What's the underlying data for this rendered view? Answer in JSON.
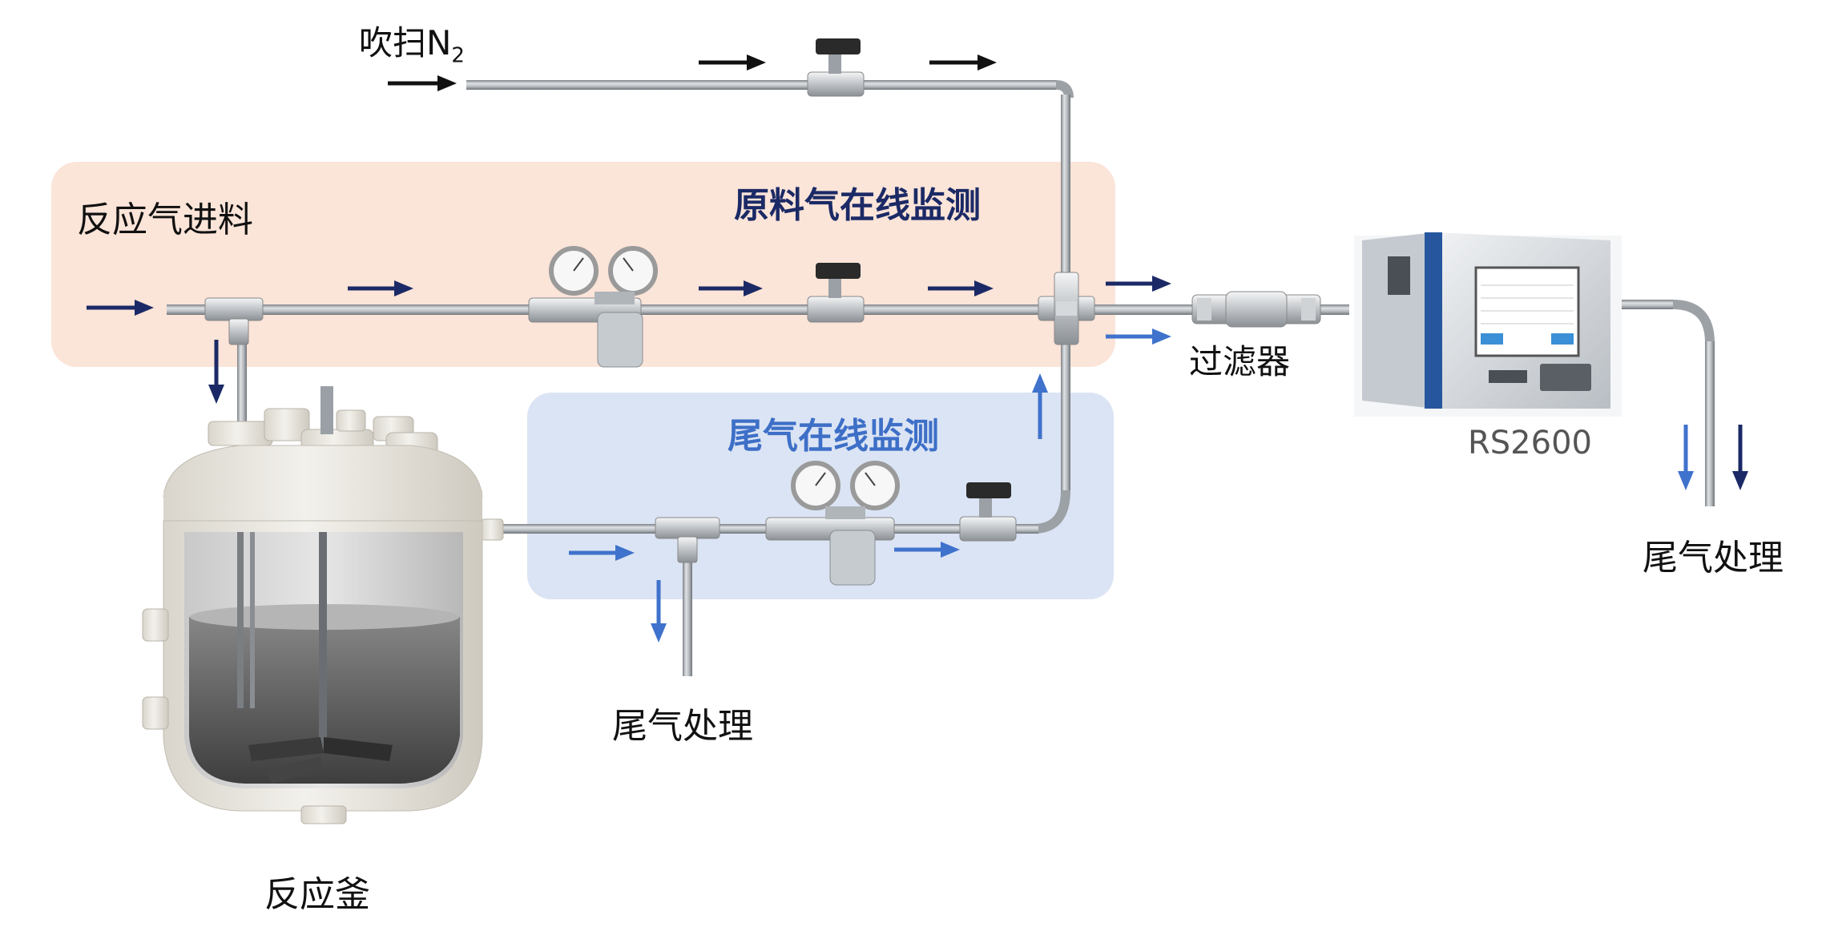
{
  "labels": {
    "purge_n2": "吹扫N",
    "purge_n2_sub": "2",
    "reactant_feed": "反应气进料",
    "feed_monitor_title": "原料气在线监测",
    "tail_monitor_title": "尾气在线监测",
    "filter": "过滤器",
    "analyzer_model": "RS2600",
    "tail_treatment_bottom": "尾气处理",
    "tail_treatment_right": "尾气处理",
    "reactor": "反应釜"
  },
  "colors": {
    "feed_zone": "#fbe4d8",
    "tail_zone": "#dbe4f4",
    "feed_title": "#1b2a66",
    "tail_title": "#3d6fc7",
    "arrow_dark": "#1b2a66",
    "arrow_black": "#111111",
    "arrow_blue": "#3f72cc",
    "pipe": "#a9aeb3"
  },
  "icons": [
    "ball-valve-icon",
    "pressure-regulator-icon",
    "tee-fitting-icon",
    "cross-fitting-icon",
    "inline-filter-icon",
    "gas-analyzer-icon",
    "reactor-vessel-icon"
  ]
}
